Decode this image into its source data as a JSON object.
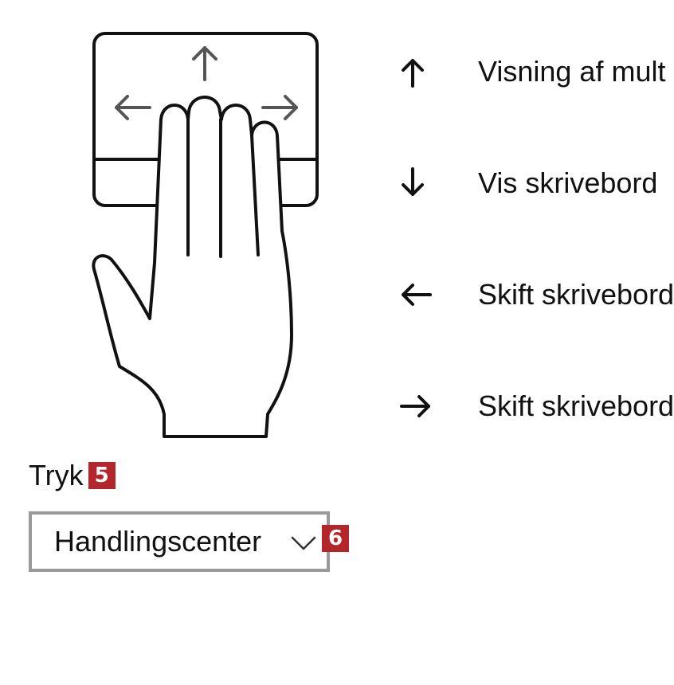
{
  "gestures": [
    {
      "direction": "up",
      "icon": "arrow-up-icon",
      "label": "Visning af mult"
    },
    {
      "direction": "down",
      "icon": "arrow-down-icon",
      "label": "Vis skrivebord"
    },
    {
      "direction": "left",
      "icon": "arrow-left-icon",
      "label": "Skift skrivebord"
    },
    {
      "direction": "right",
      "icon": "arrow-right-icon",
      "label": "Skift skrivebord"
    }
  ],
  "tap": {
    "label": "Tryk",
    "badge": "5",
    "selected_value": "Handlingscenter",
    "select_badge": "6"
  },
  "colors": {
    "badge": "#b3262b",
    "select_border": "#9a9a9a",
    "text": "#111111",
    "illustration_arrows": "#555555"
  }
}
